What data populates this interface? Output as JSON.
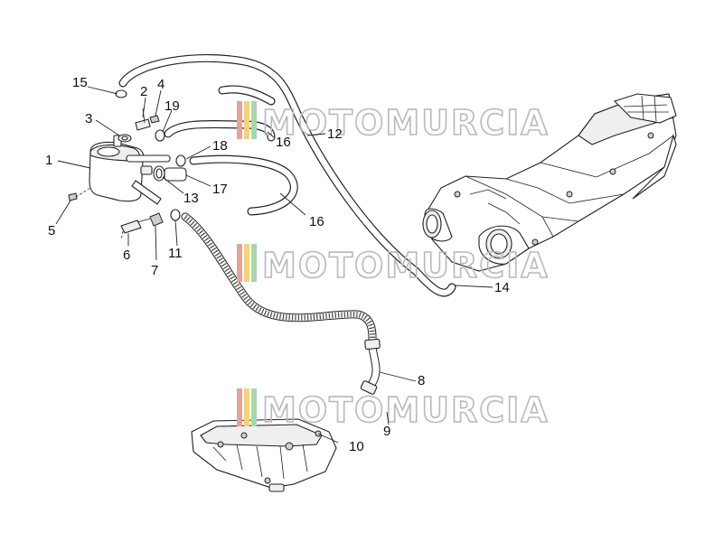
{
  "watermark": {
    "text": "MOTOMURCIA",
    "colors": [
      "#e8a0a0",
      "#f2d27a",
      "#a8d8a8"
    ]
  },
  "callouts": {
    "c1": "1",
    "c2": "2",
    "c3": "3",
    "c4": "4",
    "c5": "5",
    "c6": "6",
    "c7": "7",
    "c8": "8",
    "c9": "9",
    "c10": "10",
    "c11": "11",
    "c12": "12",
    "c13": "13",
    "c14": "14",
    "c15": "15",
    "c16a": "16",
    "c16b": "16",
    "c17": "17",
    "c18": "18",
    "c19": "19"
  }
}
